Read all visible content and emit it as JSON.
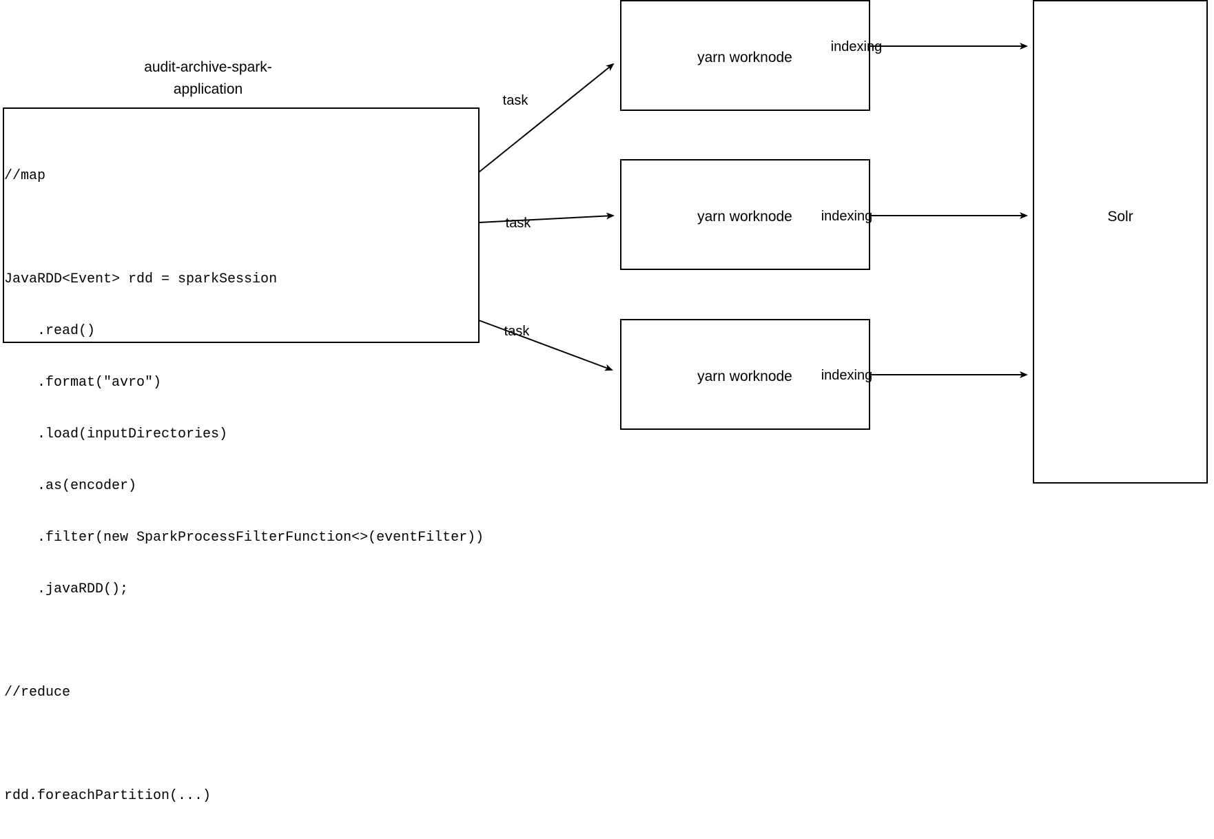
{
  "diagram": {
    "title": "audit-archive-spark-application",
    "title_lines": [
      "audit-archive-spark-",
      "application"
    ],
    "code_block": {
      "name": "spark-application-code",
      "lines": [
        "//map",
        "",
        "JavaRDD<Event> rdd = sparkSession",
        "    .read()",
        "    .format(\"avro\")",
        "    .load(inputDirectories)",
        "    .as(encoder)",
        "    .filter(new SparkProcessFilterFunction<>(eventFilter))",
        "    .javaRDD();",
        "",
        "//reduce",
        "",
        "rdd.foreachPartition(...)"
      ]
    },
    "worker_nodes": [
      {
        "id": "yarn-worknode-1",
        "label": "yarn worknode"
      },
      {
        "id": "yarn-worknode-2",
        "label": "yarn worknode"
      },
      {
        "id": "yarn-worknode-3",
        "label": "yarn worknode"
      }
    ],
    "sink": {
      "id": "solr",
      "label": "Solr"
    },
    "edges": [
      {
        "id": "task-edge-1",
        "label": "task",
        "from": "spark-application-code",
        "to": "yarn-worknode-1"
      },
      {
        "id": "task-edge-2",
        "label": "task",
        "from": "spark-application-code",
        "to": "yarn-worknode-2"
      },
      {
        "id": "task-edge-3",
        "label": "task",
        "from": "spark-application-code",
        "to": "yarn-worknode-3"
      },
      {
        "id": "indexing-edge-1",
        "label": "indexing",
        "from": "yarn-worknode-1",
        "to": "solr"
      },
      {
        "id": "indexing-edge-2",
        "label": "indexing",
        "from": "yarn-worknode-2",
        "to": "solr"
      },
      {
        "id": "indexing-edge-3",
        "label": "indexing",
        "from": "yarn-worknode-3",
        "to": "solr"
      }
    ],
    "colors": {
      "stroke": "#000000",
      "fill": "#ffffff",
      "text": "#000000"
    }
  }
}
